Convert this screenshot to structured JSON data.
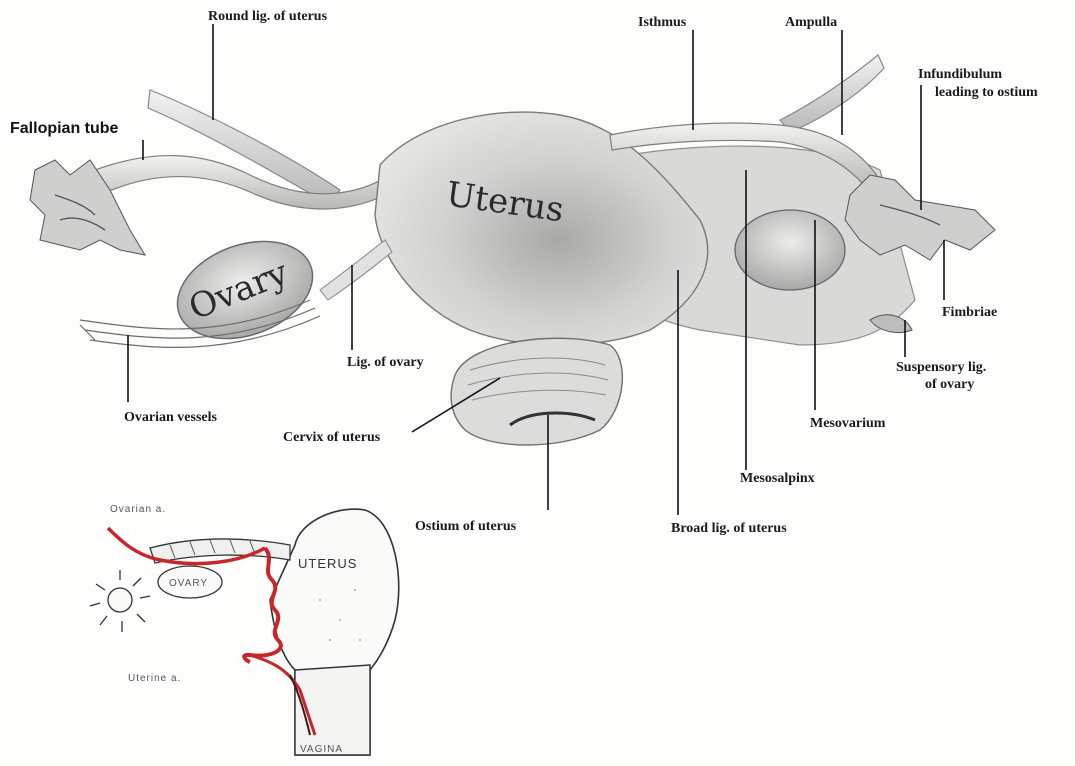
{
  "labels": {
    "round_lig": "Round lig. of uterus",
    "isthmus": "Isthmus",
    "ampulla": "Ampulla",
    "infundibulum_1": "Infundibulum",
    "infundibulum_2": "leading to ostium",
    "fallopian_tube": "Fallopian tube",
    "uterus": "Uterus",
    "ovary": "Ovary",
    "fimbriae": "Fimbriae",
    "lig_ovary": "Lig. of ovary",
    "suspensory_1": "Suspensory lig.",
    "suspensory_2": "of ovary",
    "ovarian_vessels": "Ovarian vessels",
    "cervix": "Cervix of uterus",
    "mesovarium": "Mesovarium",
    "mesosalpinx": "Mesosalpinx",
    "ostium": "Ostium of uterus",
    "broad_lig": "Broad lig. of uterus"
  },
  "inset": {
    "ovarian_a": "Ovarian a.",
    "uterine_a": "Uterine a.",
    "uterus": "UTERUS",
    "ovary": "OVARY",
    "vagina": "VAGINA"
  },
  "colors": {
    "artery": "#c8262b",
    "tissue": "#e4e4e2",
    "tissue_dark": "#9a9a98"
  }
}
